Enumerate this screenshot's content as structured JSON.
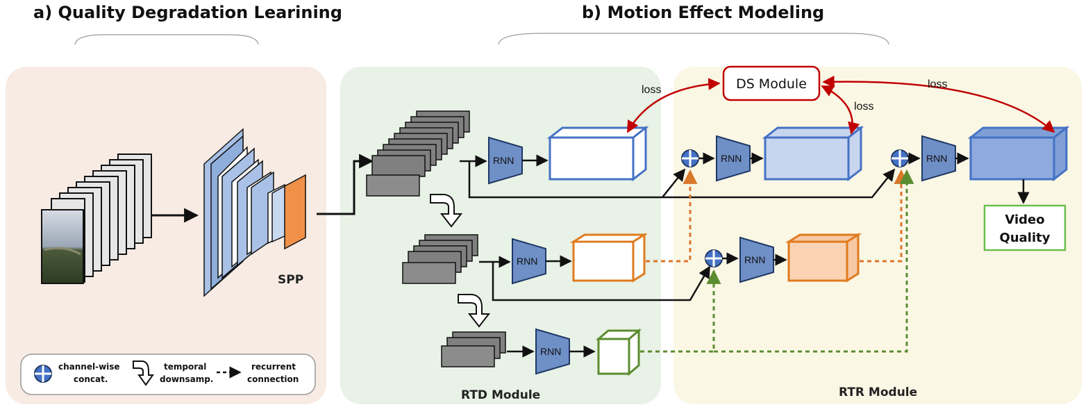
{
  "titles": {
    "a": "a) Quality Degradation Learining",
    "b": "b) Motion Effect Modeling"
  },
  "labels": {
    "spp": "SPP",
    "rtd": "RTD Module",
    "rtr": "RTR Module",
    "ds": "DS Module",
    "rnn": "RNN",
    "loss": "loss",
    "video_quality_line1": "Video",
    "video_quality_line2": "Quality"
  },
  "legend": {
    "concat_line1": "channel-wise",
    "concat_line2": "concat.",
    "temporal_line1": "temporal",
    "temporal_line2": "downsamp.",
    "recurrent_line1": "recurrent",
    "recurrent_line2": "connection"
  },
  "colors": {
    "panel_a": "#f7ebe3",
    "panel_rtd": "#e8f2e6",
    "panel_rtr": "#fbf6e3",
    "blue": "#4472c4",
    "orange": "#e07b1f",
    "green": "#5b8c2f",
    "red": "#c00000",
    "video_quality_border": "#6abf4b"
  }
}
